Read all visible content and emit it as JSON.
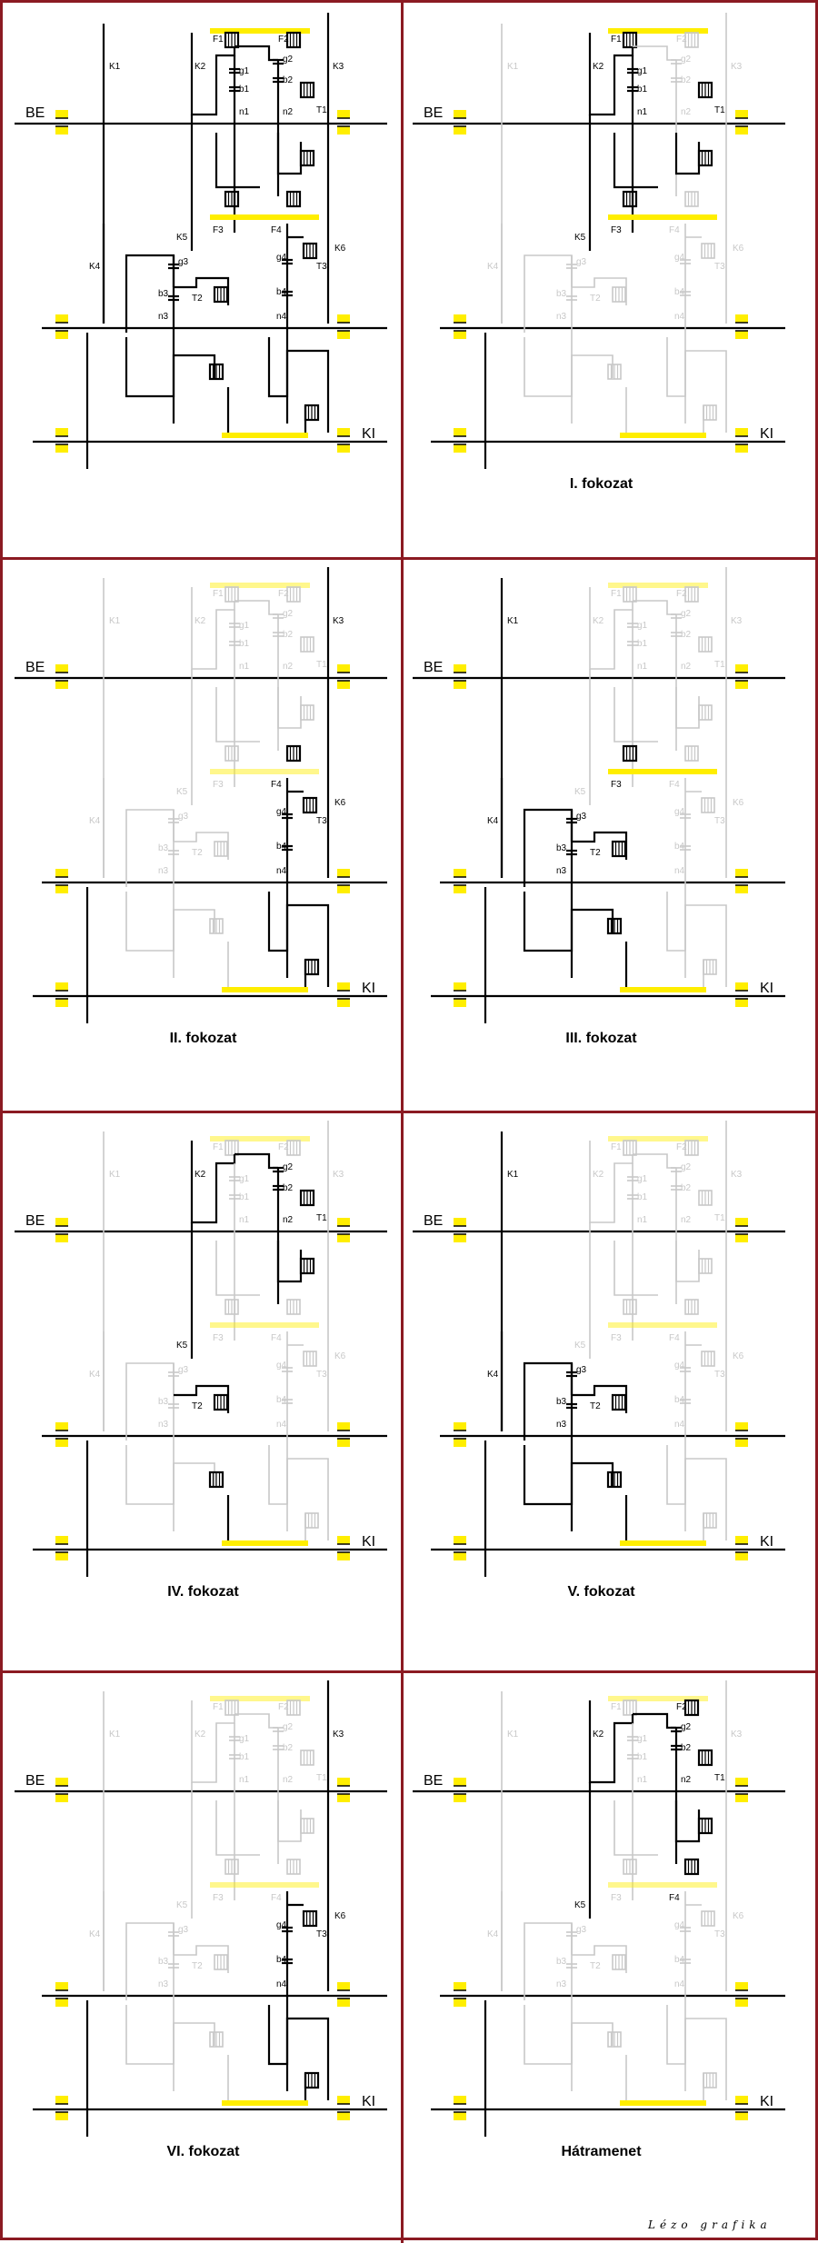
{
  "labels": {
    "input": "BE",
    "output": "KI",
    "clutches": [
      "K1",
      "K2",
      "K3",
      "K4",
      "K5",
      "K6"
    ],
    "brakes": [
      "F1",
      "F2",
      "F3",
      "F4"
    ],
    "sets": [
      "T1",
      "T2",
      "T3"
    ],
    "gears": [
      "g1",
      "g2",
      "g3",
      "g4"
    ],
    "rings": [
      "b1",
      "b2",
      "b3",
      "b4"
    ],
    "carriers": [
      "n1",
      "n2",
      "n3",
      "n4"
    ]
  },
  "panels": [
    {
      "caption": ""
    },
    {
      "caption": "I. fokozat"
    },
    {
      "caption": "II. fokozat"
    },
    {
      "caption": "III. fokozat"
    },
    {
      "caption": "IV. fokozat"
    },
    {
      "caption": "V. fokozat"
    },
    {
      "caption": "VI. fokozat"
    },
    {
      "caption": "Hátramenet"
    }
  ],
  "signature": "Lézo grafika",
  "colors": {
    "border": "#8b1a22",
    "highlight": "#000000",
    "inactive": "#c8c8c8",
    "brake": "#ffee00",
    "bearing": "#ffee00"
  }
}
